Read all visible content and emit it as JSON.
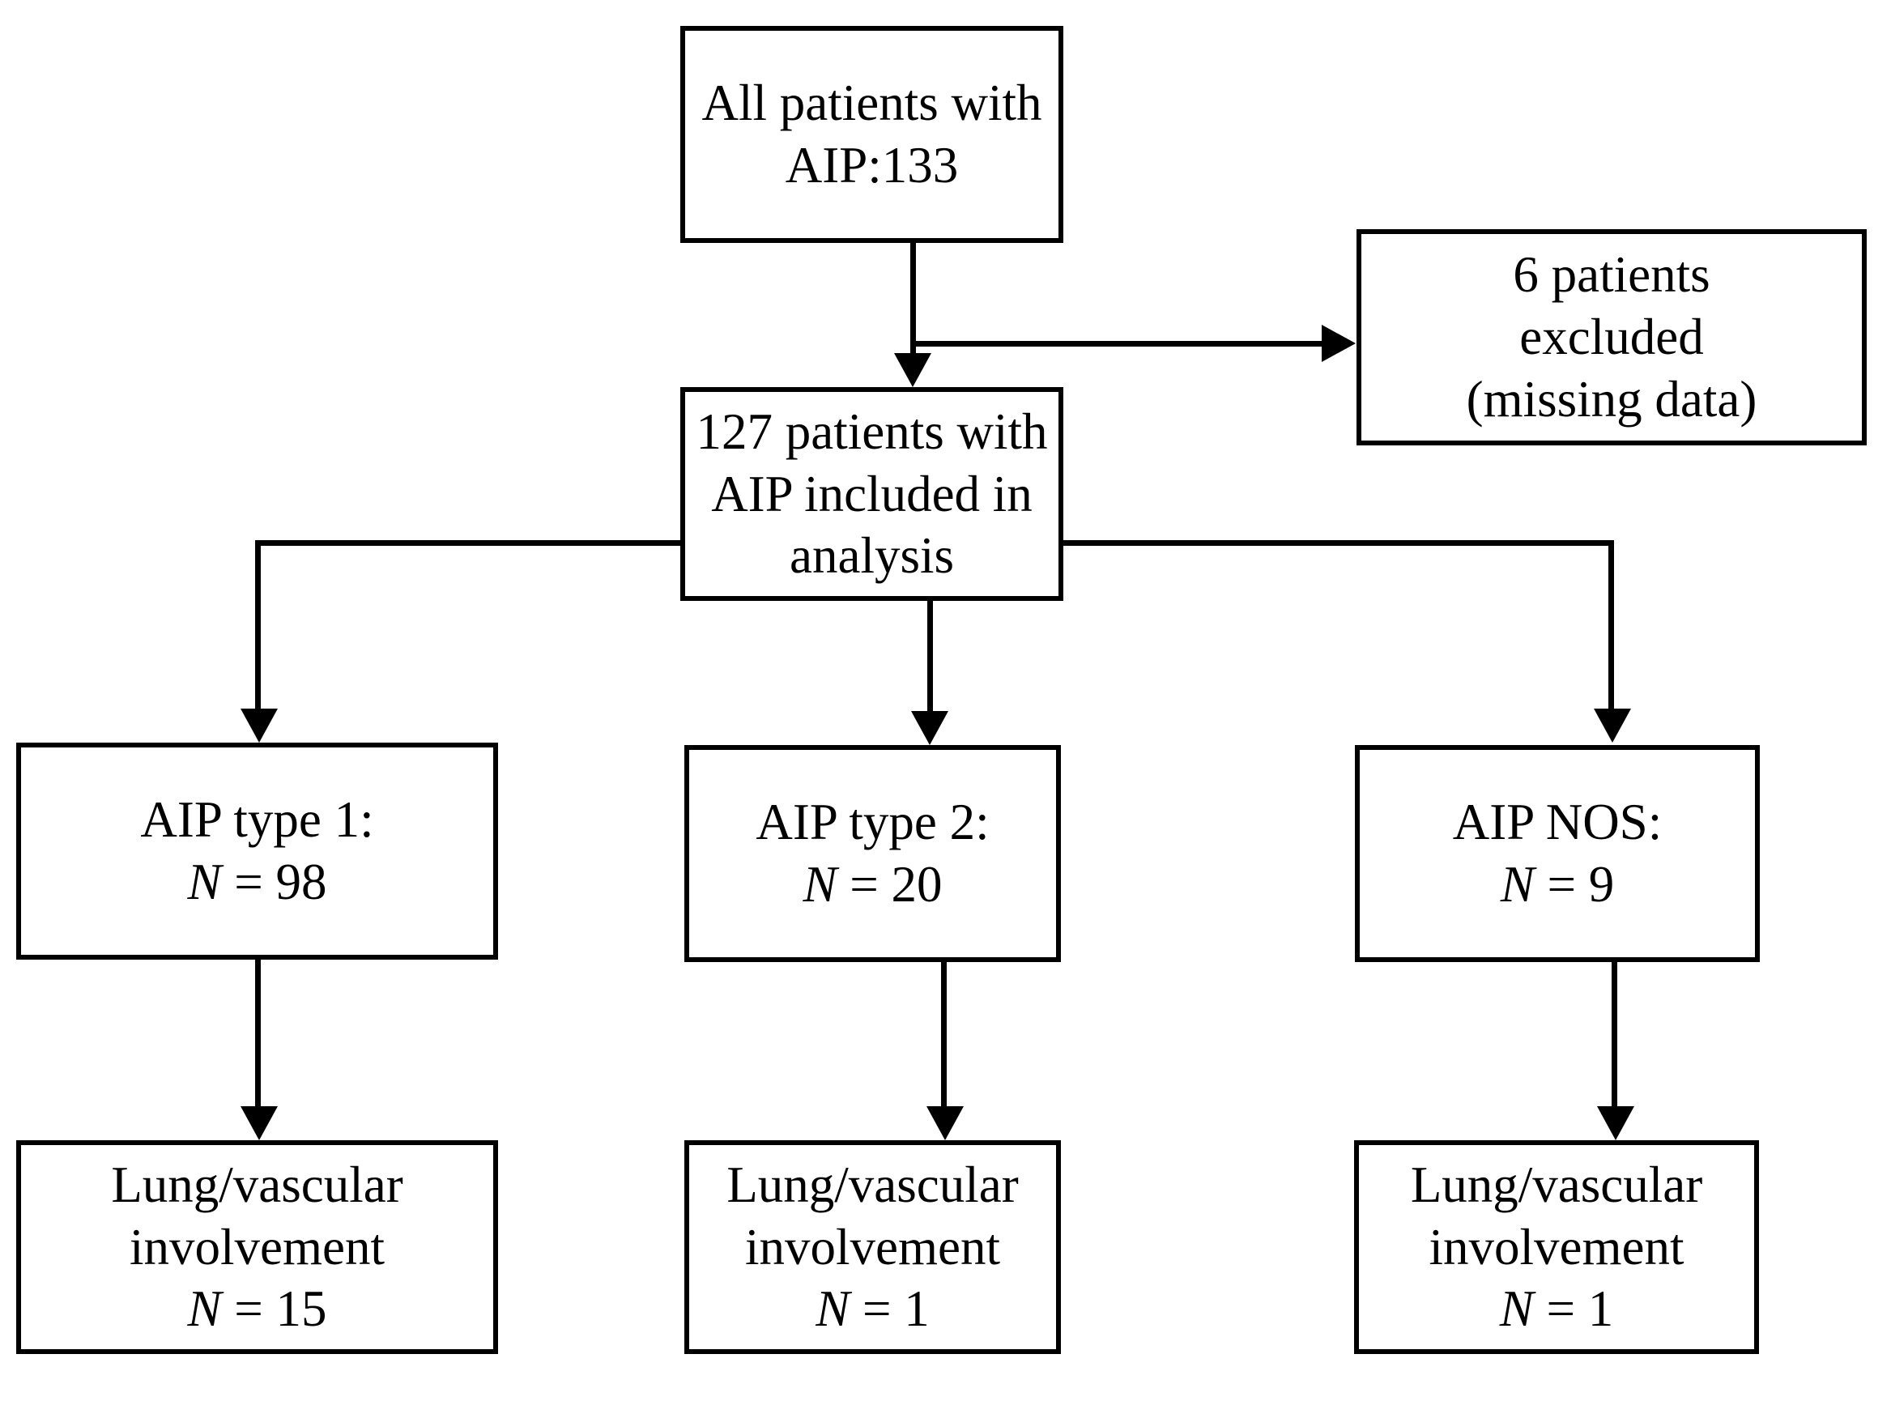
{
  "figure": {
    "type": "flowchart",
    "orientation": "top-down",
    "background_color": "#ffffff",
    "stroke_color": "#000000"
  },
  "nodes": {
    "all_patients": {
      "id": "all-patients",
      "lines": [
        "All patients with",
        "AIP:133"
      ],
      "line1": "All patients with",
      "line2": "AIP:133"
    },
    "excluded": {
      "id": "excluded",
      "lines": [
        "6 patients",
        "excluded",
        "(missing data)"
      ],
      "line1": "6 patients",
      "line2": "excluded",
      "line3": "(missing data)"
    },
    "included": {
      "id": "included",
      "lines": [
        "127 patients with",
        "AIP included in",
        "analysis"
      ],
      "line1": "127 patients with",
      "line2": "AIP included in",
      "line3": "analysis"
    },
    "type1": {
      "id": "aip-type-1",
      "line1": "AIP type 1:",
      "n_symbol": "N",
      "n_value": " = 98"
    },
    "type2": {
      "id": "aip-type-2",
      "line1": "AIP type 2:",
      "n_symbol": "N",
      "n_value": " = 20"
    },
    "nos": {
      "id": "aip-nos",
      "line1": "AIP NOS:",
      "n_symbol": "N",
      "n_value": " = 9"
    },
    "lv1": {
      "id": "lung-vascular-type-1",
      "line1": "Lung/vascular",
      "line2": "involvement",
      "n_symbol": "N",
      "n_value": " = 15"
    },
    "lv2": {
      "id": "lung-vascular-type-2",
      "line1": "Lung/vascular",
      "line2": "involvement",
      "n_symbol": "N",
      "n_value": " = 1"
    },
    "lv3": {
      "id": "lung-vascular-nos",
      "line1": "Lung/vascular",
      "line2": "involvement",
      "n_symbol": "N",
      "n_value": " = 1"
    }
  },
  "edges": [
    {
      "from": "all_patients",
      "to": "included",
      "style": "arrow-down"
    },
    {
      "from": "all_patients",
      "to": "excluded",
      "style": "arrow-right"
    },
    {
      "from": "included",
      "to": "type1",
      "style": "elbow-left-down"
    },
    {
      "from": "included",
      "to": "type2",
      "style": "arrow-down"
    },
    {
      "from": "included",
      "to": "nos",
      "style": "elbow-right-down"
    },
    {
      "from": "type1",
      "to": "lv1",
      "style": "arrow-down"
    },
    {
      "from": "type2",
      "to": "lv2",
      "style": "arrow-down"
    },
    {
      "from": "nos",
      "to": "lv3",
      "style": "arrow-down"
    }
  ]
}
